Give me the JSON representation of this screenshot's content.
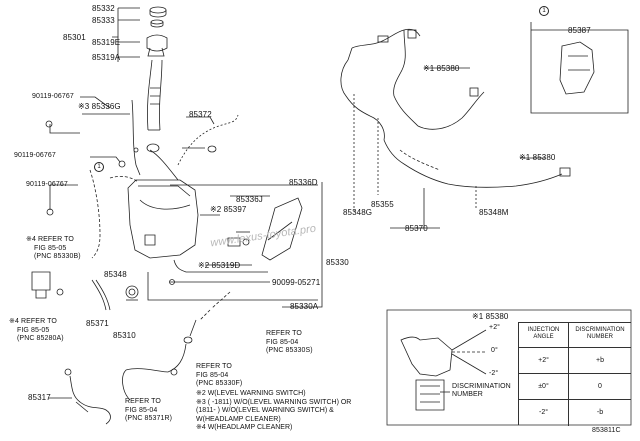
{
  "diagram_id": "853811C",
  "labels": {
    "p85332": "85332",
    "p85333": "85333",
    "p85301": "85301",
    "p85319E": "85319E",
    "p85319A": "85319A",
    "p90119_06767_a": "90119-06767",
    "p85336G": "※3 85336G",
    "p90119_06767_b": "90119-06767",
    "p90119_06767_c": "90119-06767",
    "p85372": "85372",
    "p85336D": "85336D",
    "p85336J": "85336J",
    "p85397": "※2 85397",
    "p85319D": "※2 85319D",
    "p85330": "85330",
    "p85348": "85348",
    "p90099_05271": "90099-05271",
    "p85330A": "85330A",
    "p85371": "85371",
    "p85310": "85310",
    "p85317": "85317",
    "p85380_top": "※1 85380",
    "p85380_mid": "※1 85380",
    "p85348G": "85348G",
    "p85355": "85355",
    "p85348M": "85348M",
    "p85370": "85370",
    "p85387": "85387",
    "circle_1": "1"
  },
  "refs": {
    "ref_85330B": [
      "※4 REFER TO",
      "FIG 85-05",
      "(PNC 85330B)"
    ],
    "ref_85280A": [
      "※4 REFER TO",
      "FIG 85-05",
      "(PNC 85280A)"
    ],
    "ref_85330S": [
      "REFER TO",
      "FIG 85-04",
      "(PNC 85330S)"
    ],
    "ref_85330F": [
      "REFER TO",
      "FIG 85-04",
      "(PNC 85330F)"
    ],
    "ref_85371R": [
      "REFER TO",
      "FIG 85-04",
      "(PNC 85371R)"
    ]
  },
  "notes": [
    "※2 W(LEVEL WARNING SWITCH)",
    "※3 (     -1811) W/O(LEVEL WARNING SWITCH) OR",
    "      (1811-     ) W/O(LEVEL WARNING SWITCH) &",
    "      W(HEADLAMP CLEANER)",
    "※4 W(HEADLAMP CLEANER)"
  ],
  "inset": {
    "title": "※1 85380",
    "angles": [
      "+2°",
      "0°",
      "-2°"
    ],
    "caption": "DISCRIMINATION\nNUMBER",
    "table": {
      "headers": [
        "INJECTION\nANGLE",
        "DISCRIMINATION\nNUMBER"
      ],
      "rows": [
        [
          "+2°",
          "+b"
        ],
        [
          "±0°",
          "0"
        ],
        [
          "-2°",
          "-b"
        ]
      ]
    }
  },
  "watermark": "www.lexus-toyota.pro"
}
